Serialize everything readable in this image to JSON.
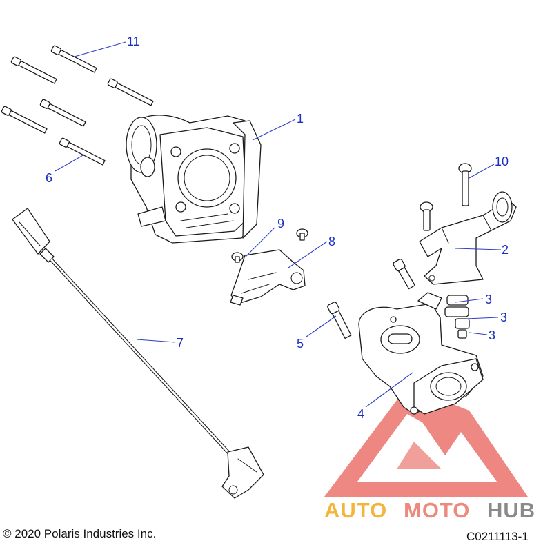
{
  "callouts": [
    {
      "id": "1",
      "label": "1"
    },
    {
      "id": "2",
      "label": "2"
    },
    {
      "id": "3a",
      "label": "3"
    },
    {
      "id": "3b",
      "label": "3"
    },
    {
      "id": "3c",
      "label": "3"
    },
    {
      "id": "4",
      "label": "4"
    },
    {
      "id": "5",
      "label": "5"
    },
    {
      "id": "6",
      "label": "6"
    },
    {
      "id": "7",
      "label": "7"
    },
    {
      "id": "8",
      "label": "8"
    },
    {
      "id": "9",
      "label": "9"
    },
    {
      "id": "10",
      "label": "10"
    },
    {
      "id": "11",
      "label": "11"
    }
  ],
  "footer": {
    "copyright": "© 2020 Polaris Industries Inc.",
    "diagram_code": "C0211113-1"
  },
  "watermark": {
    "word_auto": "AUTO",
    "word_moto": "MOTO",
    "word_hub": "HUB",
    "colors": {
      "auto": "#f2b63c",
      "moto": "#ee8a7d",
      "hub": "#8a8a8a",
      "triangle": "#e85a52"
    }
  },
  "colors": {
    "callout_text": "#1a2fbf",
    "line_art": "#1a1a1a"
  }
}
